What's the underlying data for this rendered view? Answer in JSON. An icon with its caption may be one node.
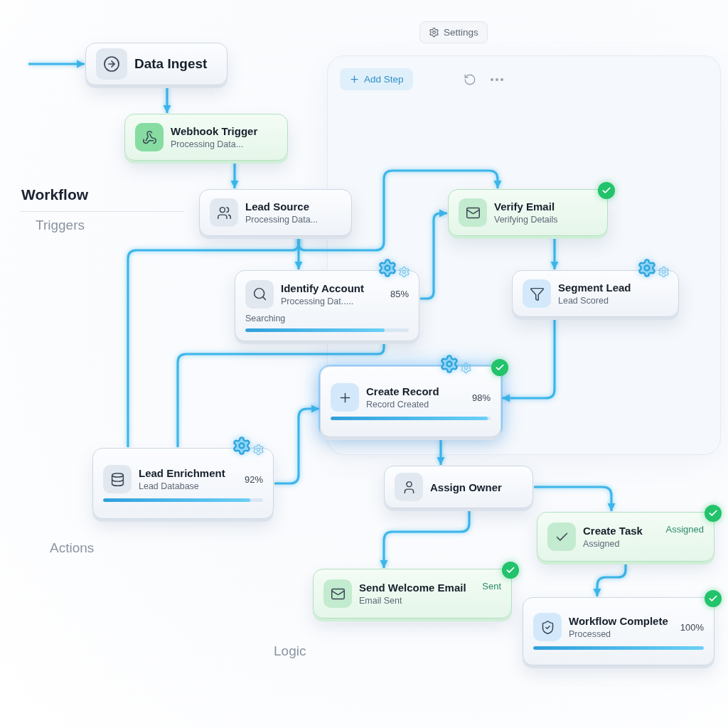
{
  "diagram": {
    "nodes": [
      {
        "text": [
          "Data Ingest"
        ]
      },
      {
        "text": [
          "Webhook Trigger",
          "Processing Data..."
        ]
      },
      {
        "text": [
          "Lead Source",
          "Processing Data..."
        ]
      },
      {
        "text": [
          "Verify Email",
          "Verifying Details"
        ]
      },
      {
        "text": [
          "Identify Account",
          "Processing Dat.....",
          "85%",
          "Searching"
        ]
      },
      {
        "text": [
          "Segment Lead",
          "Lead Scored"
        ]
      },
      {
        "text": [
          "Create Record",
          "Record Created",
          "98%"
        ]
      },
      {
        "text": [
          "Lead Enrichment",
          "Lead Database",
          "92%"
        ]
      },
      {
        "text": [
          "Assign Owner"
        ]
      },
      {
        "text": [
          "Create Task",
          "Assigned",
          "Assigned"
        ]
      },
      {
        "text": [
          "Send Welcome Email",
          "Email Sent",
          "Sent"
        ]
      },
      {
        "text": [
          "Workflow Complete",
          "Processed",
          "100%"
        ]
      }
    ],
    "edges": [
      {
        "from": null,
        "to": 0,
        "arrow": "to"
      },
      {
        "from": 0,
        "to": 1,
        "arrow": "to"
      },
      {
        "from": 1,
        "to": 2,
        "arrow": "to"
      },
      {
        "from": 2,
        "to": 4,
        "arrow": "to"
      },
      {
        "from": 2,
        "to": 3,
        "arrow": "to"
      },
      {
        "from": 2,
        "to": 7,
        "arrow": "none"
      },
      {
        "from": 4,
        "to": 3,
        "arrow": "to"
      },
      {
        "from": 4,
        "to": 7,
        "arrow": "none"
      },
      {
        "from": 3,
        "to": 5,
        "arrow": "to"
      },
      {
        "from": 5,
        "to": 6,
        "arrow": "to"
      },
      {
        "from": 7,
        "to": 6,
        "arrow": "to"
      },
      {
        "from": 6,
        "to": 8,
        "arrow": "to"
      },
      {
        "from": 8,
        "to": 9,
        "arrow": "to"
      },
      {
        "from": 8,
        "to": 10,
        "arrow": "to"
      },
      {
        "from": 9,
        "to": 11,
        "arrow": "to"
      }
    ],
    "labels": [
      "Settings",
      "Add Step",
      "Workflow",
      "Triggers",
      "Actions",
      "Logic"
    ]
  }
}
